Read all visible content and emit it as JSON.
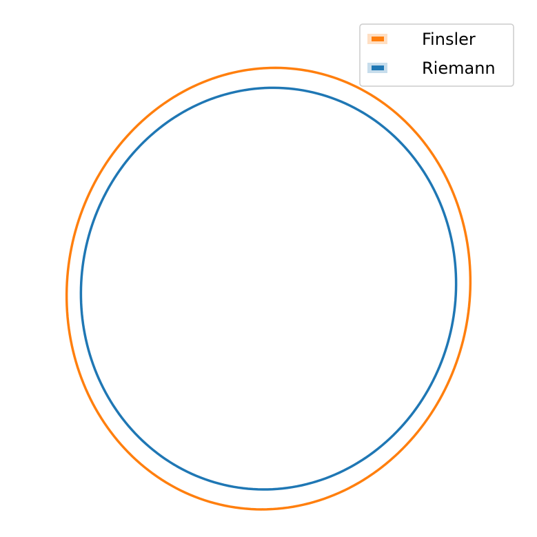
{
  "chart_data": {
    "type": "line",
    "title": "",
    "xlabel": "",
    "ylabel": "",
    "axes_visible": false,
    "grid": false,
    "legend_placement": "top-right",
    "series": [
      {
        "name": "Finsler",
        "color": "#ff7f0e",
        "shape": "ellipse",
        "center": [
          0.1,
          -0.05
        ],
        "semi_axes": [
          1.0,
          1.1
        ],
        "rotation_deg": -10
      },
      {
        "name": "Riemann",
        "color": "#1f77b4",
        "shape": "ellipse",
        "center": [
          0.1,
          -0.05
        ],
        "semi_axes": [
          0.93,
          1.0
        ],
        "rotation_deg": -10
      }
    ],
    "xlim": [
      -1.2,
      1.4
    ],
    "ylim": [
      -1.25,
      1.35
    ]
  }
}
